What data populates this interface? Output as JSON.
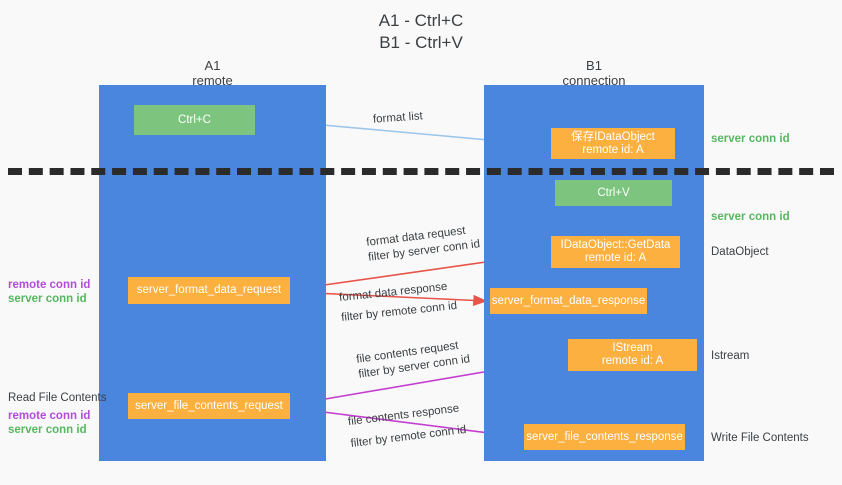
{
  "title": {
    "line1": "A1 - Ctrl+C",
    "line2": "B1 - Ctrl+V"
  },
  "columns": [
    {
      "name": "A1",
      "sub": "remote"
    },
    {
      "name": "B1",
      "sub": "connection"
    }
  ],
  "colors": {
    "lane": "#4a86dd",
    "green_box": "#7dc47f",
    "orange_box": "#fbb040",
    "server_conn_id": "#57b760",
    "remote_conn_id": "#b14ddb",
    "arrow_light_blue": "#9cc6ea",
    "arrow_red": "#e8544a",
    "arrow_magenta": "#c43fd0",
    "arrow_black": "#1a1a1a",
    "background": "#f9f9f9",
    "dashed_line": "#2b2b2b"
  },
  "boxes": {
    "ctrl_c": {
      "line1": "Ctrl+C",
      "line2": ""
    },
    "ctrl_v": {
      "line1": "Ctrl+V",
      "line2": ""
    },
    "save_dataobject": {
      "line1": "保存IDataObject",
      "line2": "remote id: A"
    },
    "getdata": {
      "line1": "IDataObject::GetData",
      "line2": "remote id: A"
    },
    "istream": {
      "line1": "IStream",
      "line2": "remote id: A"
    },
    "format_data_request": {
      "line1": "server_format_data_request",
      "line2": ""
    },
    "format_data_response": {
      "line1": "server_format_data_response",
      "line2": ""
    },
    "file_contents_request": {
      "line1": "server_file_contents_request",
      "line2": ""
    },
    "file_contents_response": {
      "line1": "server_file_contents_response",
      "line2": ""
    }
  },
  "edge_labels": {
    "format_list": "format list",
    "format_data_request_l1": "format data request",
    "format_data_request_filter_prefix": "filter by ",
    "format_data_request_filter_key": "server conn id",
    "format_data_response_l1": "format data response",
    "format_data_response_filter_prefix": "filter by ",
    "format_data_response_filter_key": "remote conn id",
    "file_contents_request_l1": "file contents request",
    "file_contents_request_filter_prefix": "filter by ",
    "file_contents_request_filter_key": "server conn id",
    "file_contents_response_l1": "file contents response",
    "file_contents_response_filter_prefix": "filter by ",
    "file_contents_response_filter_key": "remote conn id"
  },
  "notes": {
    "server_conn_id_top": "server conn id",
    "server_conn_id_mid": "server conn id",
    "dataobject": "DataObject",
    "istream": "Istream",
    "write_file_contents": "Write File Contents",
    "read_file_contents": "Read File Contents",
    "remote_conn_id": "remote conn id",
    "server_conn_id": "server conn id"
  }
}
